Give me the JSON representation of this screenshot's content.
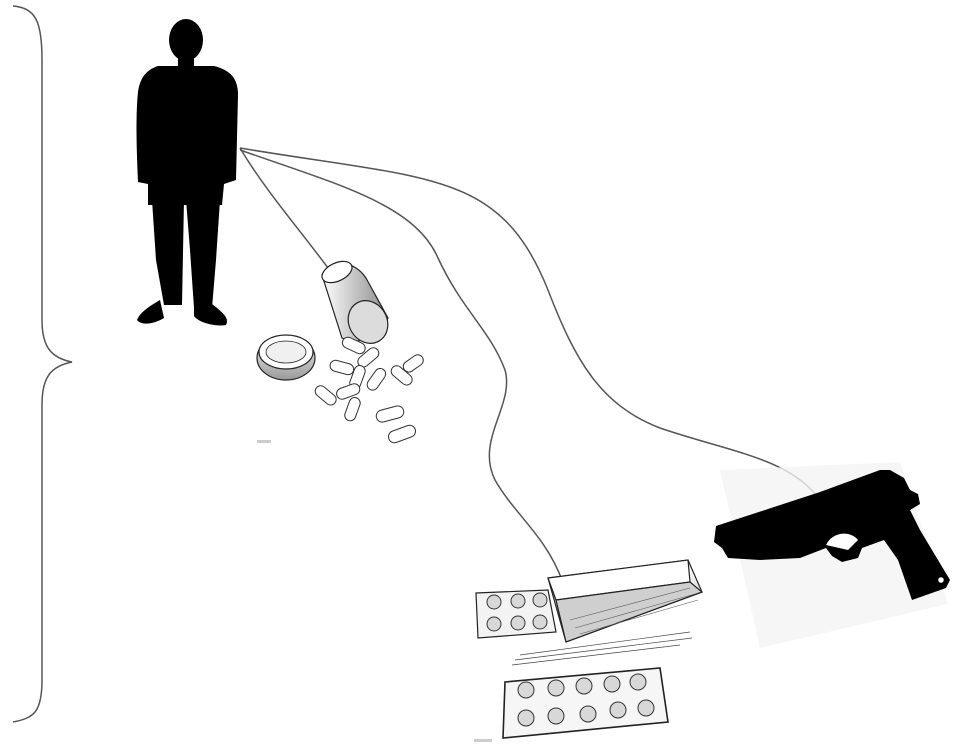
{
  "diagram": {
    "title": "",
    "nodes": [
      {
        "id": "person",
        "icon": "person-silhouette-icon"
      },
      {
        "id": "pill-bottle",
        "icon": "spilled-pill-bottle-icon"
      },
      {
        "id": "blister-packs",
        "icon": "blister-pack-box-icon"
      },
      {
        "id": "handgun",
        "icon": "handgun-icon"
      }
    ],
    "edges": [
      {
        "from": "person",
        "to": "pill-bottle"
      },
      {
        "from": "person",
        "to": "blister-packs"
      },
      {
        "from": "person",
        "to": "handgun"
      }
    ],
    "colors": {
      "silhouette": "#000000",
      "lines": "#555555",
      "brace": "#555555",
      "sketch": "#222222"
    }
  }
}
